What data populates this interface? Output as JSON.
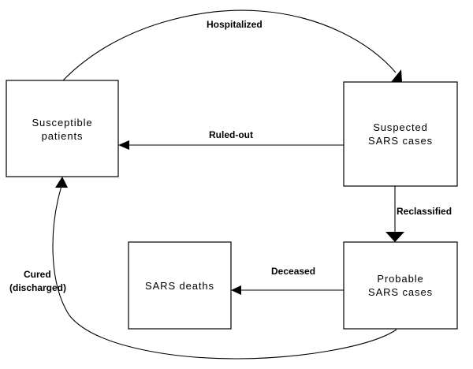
{
  "nodes": {
    "susceptible": {
      "lines": [
        "Susceptible",
        "patients"
      ]
    },
    "suspected": {
      "lines": [
        "Suspected",
        "SARS cases"
      ]
    },
    "probable": {
      "lines": [
        "Probable",
        "SARS cases"
      ]
    },
    "deaths": {
      "lines": [
        "SARS deaths"
      ]
    }
  },
  "edges": {
    "hospitalized": {
      "label": "Hospitalized",
      "from": "susceptible",
      "to": "suspected"
    },
    "ruled_out": {
      "label": "Ruled-out",
      "from": "suspected",
      "to": "susceptible"
    },
    "reclassified": {
      "label": "Reclassified",
      "from": "suspected",
      "to": "probable"
    },
    "deceased": {
      "label": "Deceased",
      "from": "probable",
      "to": "deaths"
    },
    "cured": {
      "label_lines": [
        "Cured",
        "(discharged)"
      ],
      "from": "probable",
      "to": "susceptible"
    }
  },
  "colors": {
    "line": "#000000",
    "background": "#ffffff"
  }
}
